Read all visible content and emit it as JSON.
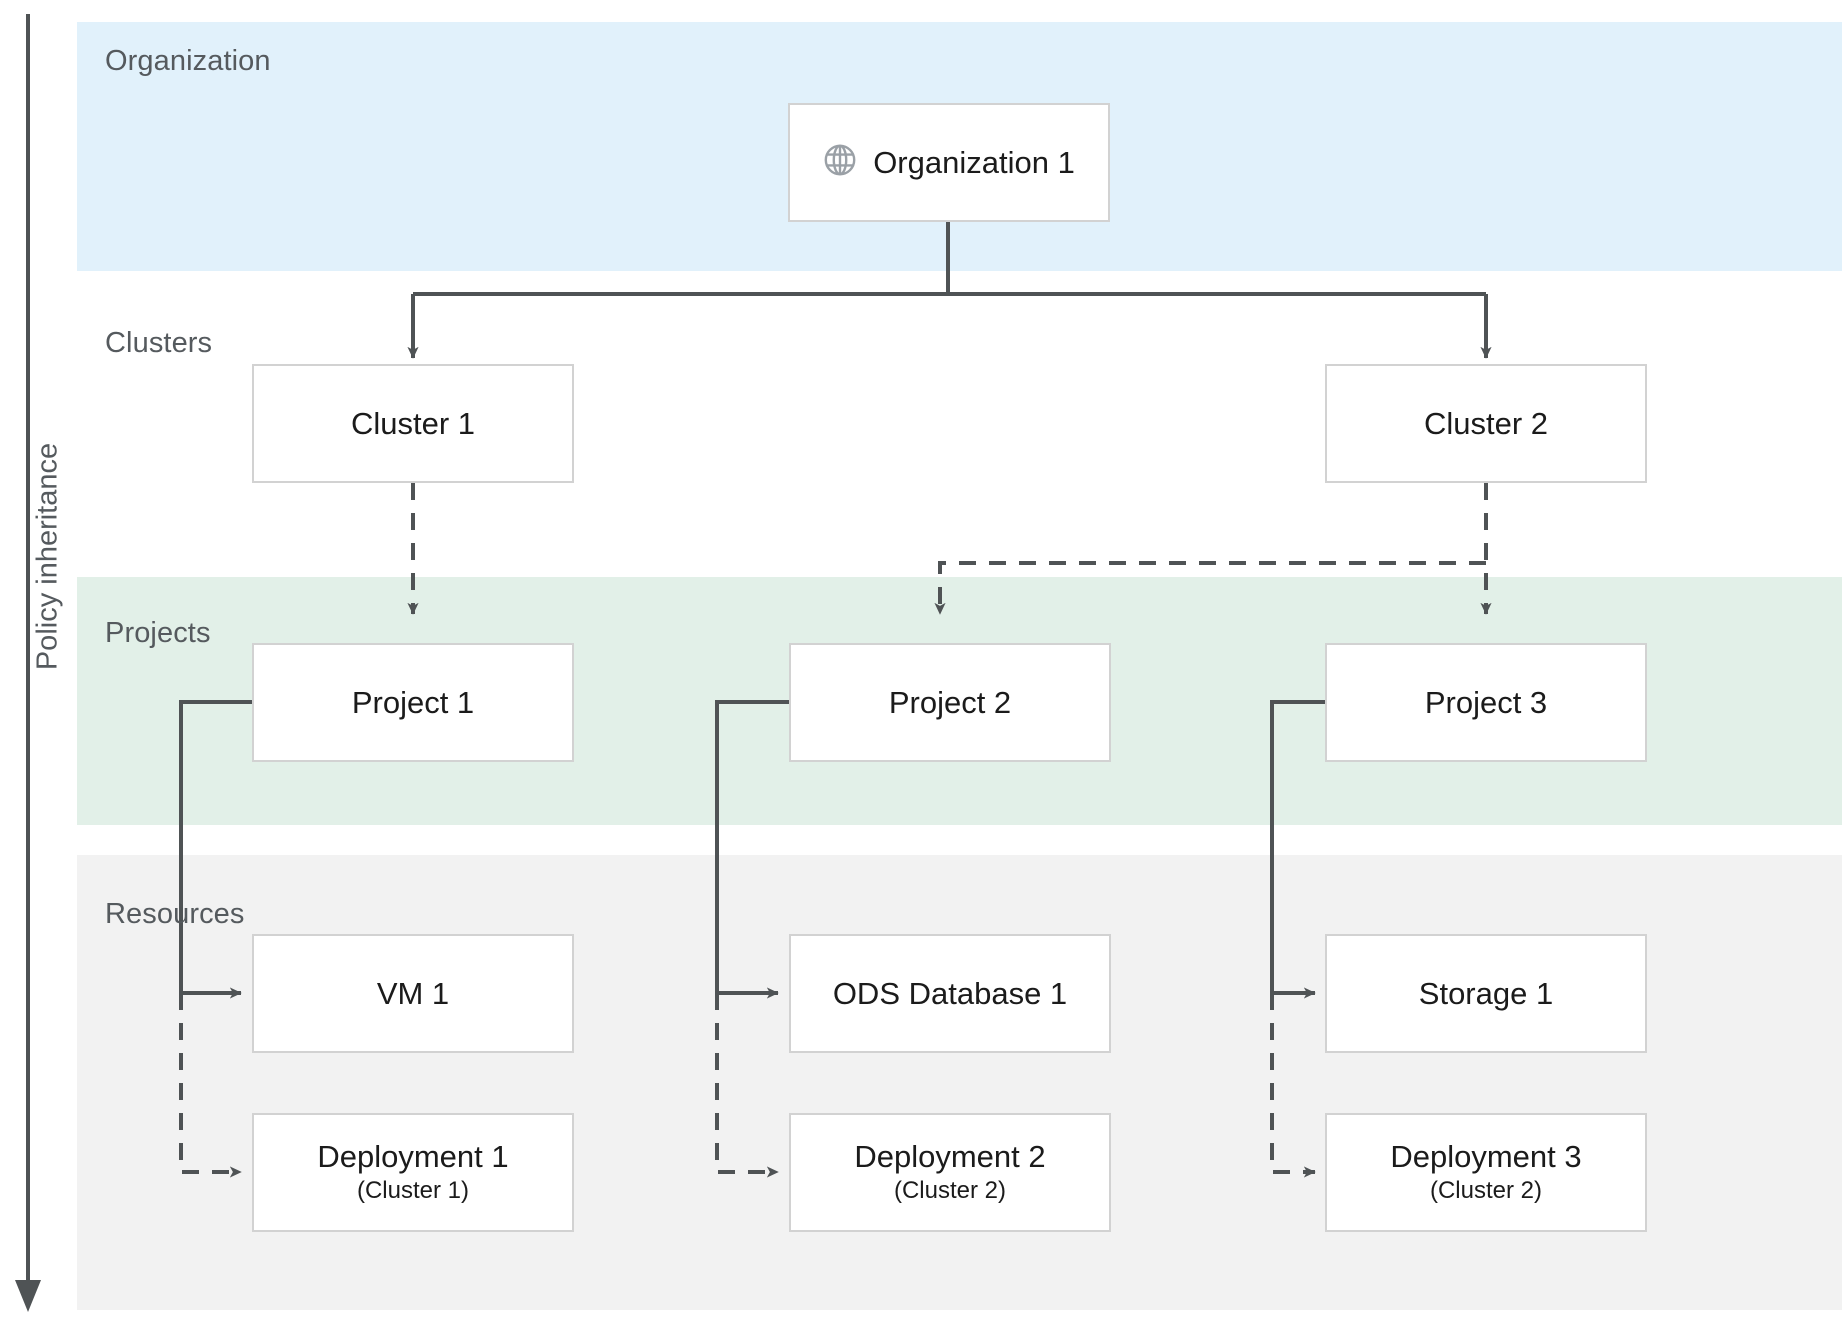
{
  "diagram": {
    "axis": {
      "label": "Policy inheritance",
      "icon": "down-arrow-icon"
    },
    "bands": [
      {
        "key": "organization",
        "label": "Organization",
        "color": "#e1f1fb"
      },
      {
        "key": "clusters",
        "label": "Clusters",
        "color": "#ffffff"
      },
      {
        "key": "projects",
        "label": "Projects",
        "color": "#e2f0e8"
      },
      {
        "key": "resources",
        "label": "Resources",
        "color": "#f2f2f2"
      }
    ],
    "nodes": {
      "organization_1": {
        "title": "Organization 1",
        "icon": "globe-icon"
      },
      "cluster_1": {
        "title": "Cluster 1"
      },
      "cluster_2": {
        "title": "Cluster 2"
      },
      "project_1": {
        "title": "Project 1"
      },
      "project_2": {
        "title": "Project 2"
      },
      "project_3": {
        "title": "Project 3"
      },
      "vm_1": {
        "title": "VM 1"
      },
      "ods_database_1": {
        "title": "ODS Database 1"
      },
      "storage_1": {
        "title": "Storage 1"
      },
      "deployment_1": {
        "title": "Deployment 1",
        "subtitle": "(Cluster 1)"
      },
      "deployment_2": {
        "title": "Deployment 2",
        "subtitle": "(Cluster 2)"
      },
      "deployment_3": {
        "title": "Deployment 3",
        "subtitle": "(Cluster 2)"
      }
    },
    "edges": [
      {
        "from": "organization_1",
        "to": "cluster_1",
        "style": "solid"
      },
      {
        "from": "organization_1",
        "to": "cluster_2",
        "style": "solid"
      },
      {
        "from": "cluster_1",
        "to": "project_1",
        "style": "dashed"
      },
      {
        "from": "cluster_2",
        "to": "project_2",
        "style": "dashed"
      },
      {
        "from": "cluster_2",
        "to": "project_3",
        "style": "dashed"
      },
      {
        "from": "project_1",
        "to": "vm_1",
        "style": "solid"
      },
      {
        "from": "project_1",
        "to": "deployment_1",
        "style": "dashed"
      },
      {
        "from": "project_2",
        "to": "ods_database_1",
        "style": "solid"
      },
      {
        "from": "project_2",
        "to": "deployment_2",
        "style": "dashed"
      },
      {
        "from": "project_3",
        "to": "storage_1",
        "style": "solid"
      },
      {
        "from": "project_3",
        "to": "deployment_3",
        "style": "dashed"
      }
    ],
    "colors": {
      "organization_band": "#e1f1fb",
      "projects_band": "#e2f0e8",
      "resources_band": "#f2f2f2",
      "node_border": "#d2d2d2",
      "connector": "#4f5355",
      "band_label_text": "#555a5e",
      "node_text": "#1b1b1b",
      "icon_gray": "#9aa0a6"
    }
  }
}
